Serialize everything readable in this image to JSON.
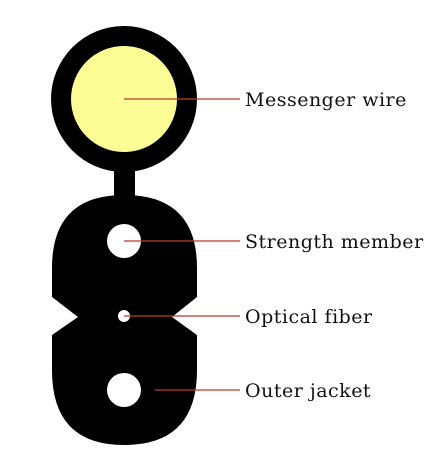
{
  "diagram": {
    "labels": {
      "messenger": "Messenger wire",
      "strength": "Strength member",
      "fiber": "Optical fiber",
      "jacket": "Outer jacket"
    },
    "colors": {
      "background": "#ffffff",
      "jacket": "#000000",
      "messenger_core": "#fdfd96",
      "holes": "#ffffff",
      "leader_lines": "#c0392b",
      "text": "#111111"
    }
  }
}
